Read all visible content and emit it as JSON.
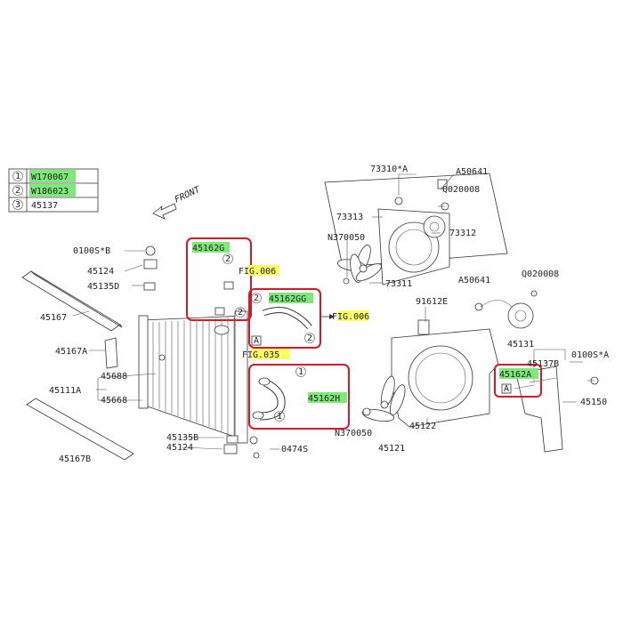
{
  "legend": {
    "rows": [
      {
        "num": "1",
        "code": "W170067"
      },
      {
        "num": "2",
        "code": "W186023"
      },
      {
        "num": "3",
        "code": "45137"
      }
    ]
  },
  "front_label": "FRONT",
  "labels": {
    "p0100SB_left": "0100S*B",
    "p45124_top": "45124",
    "p45135D": "45135D",
    "p45167": "45167",
    "p45167A": "45167A",
    "p45688": "45688",
    "p45111A": "45111A",
    "p45668": "45668",
    "p45167B": "45167B",
    "p45135B": "45135B",
    "p45124_bot": "45124",
    "p0474S": "0474S",
    "p45162G": "45162G",
    "p45162GG": "45162GG",
    "p45162H": "45162H",
    "fig006_a": "FIG.006",
    "fig006_b": "FIG.006",
    "fig035": "FIG.035",
    "box_A_1": "A",
    "p73310A": "73310*A",
    "pA50641_top": "A50641",
    "pQ020008_top": "Q020008",
    "p73313": "73313",
    "p73312": "73312",
    "pN370050_top": "N370050",
    "p73311": "73311",
    "p91612E": "91612E",
    "pA50641_mid": "A50641",
    "pQ020008_mid": "Q020008",
    "p45131": "45131",
    "p45137B": "45137B",
    "p0100SA": "0100S*A",
    "p45162A": "45162A",
    "box_A_2": "A",
    "p45150": "45150",
    "p45122": "45122",
    "pN370050_bot": "N370050",
    "p45121": "45121"
  },
  "colors": {
    "callout_box": "#d11a2a",
    "highlight_green": "#7ee87a",
    "highlight_yellow": "#ffff66"
  }
}
